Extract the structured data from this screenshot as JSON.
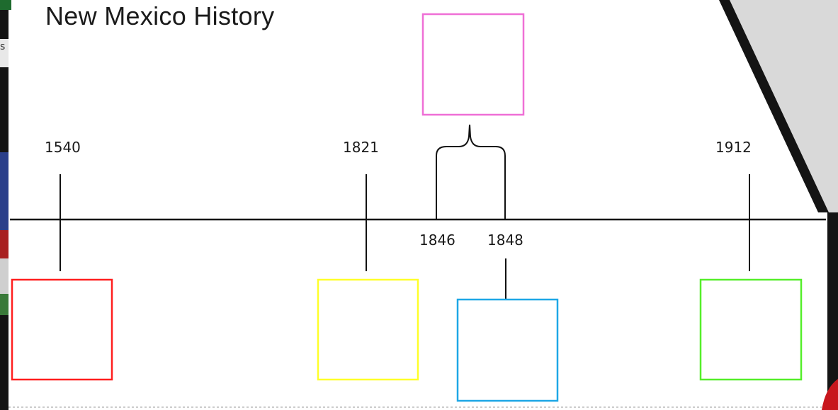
{
  "title": "New Mexico History",
  "years": {
    "y1540": "1540",
    "y1821": "1821",
    "y1846": "1846",
    "y1848": "1848",
    "y1912": "1912"
  },
  "corner_text": "s",
  "colors": {
    "red_box": "#ff1f1f",
    "yellow_box": "#ffff2a",
    "blue_box": "#1ea7e6",
    "green_box": "#55ee2a",
    "pink_box": "#ef6fd6",
    "timeline": "#111111",
    "gray_shape": "#d9d9d9",
    "dark_frame": "#141414",
    "accent_red": "#c8161d"
  }
}
